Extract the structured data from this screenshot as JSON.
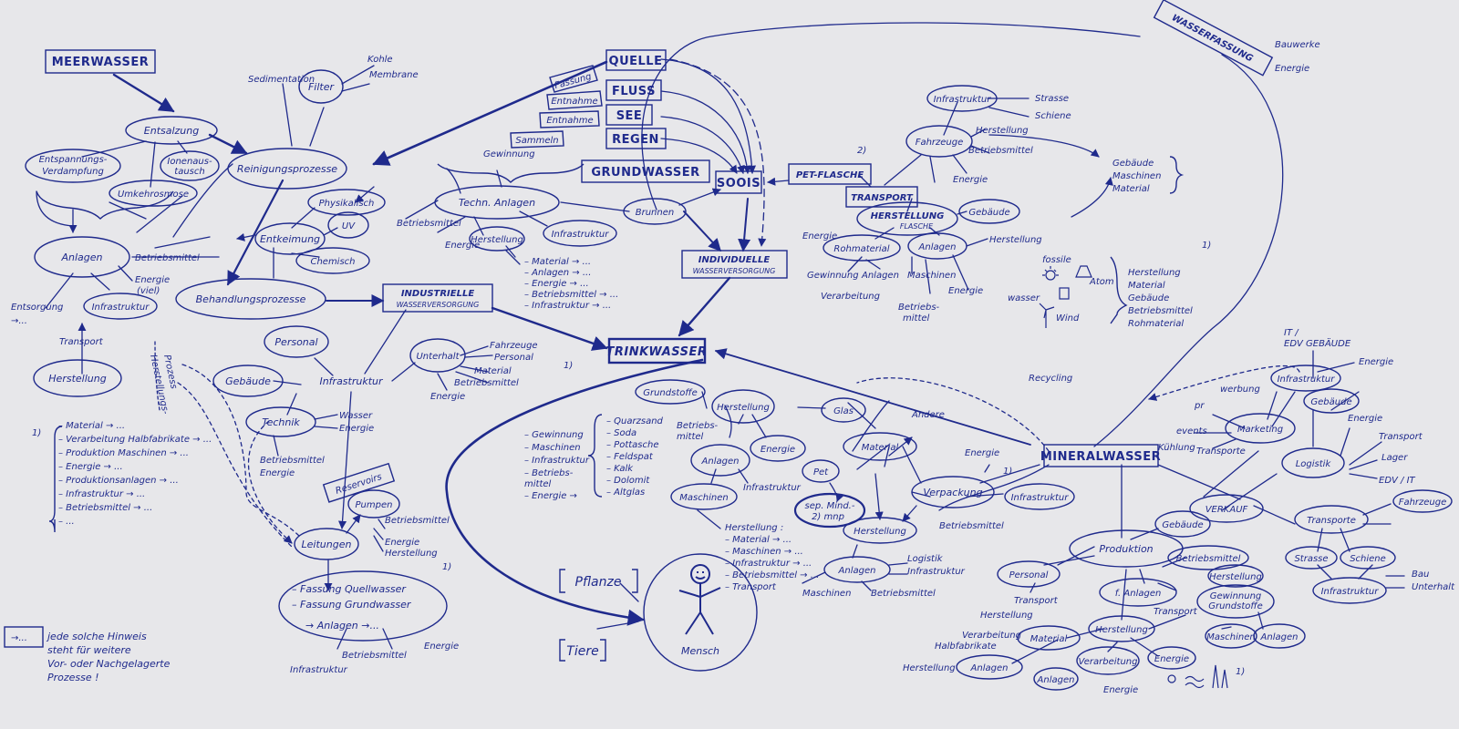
{
  "colors": {
    "ink": "#1f2a8c",
    "paper": "#e7e7ea"
  },
  "diagram": {
    "boxes": {
      "meerwasser": "MEERWASSER",
      "quelle": "QUELLE",
      "fluss": "FLUSS",
      "see": "SEE",
      "regen": "REGEN",
      "grundwasser": "GRUNDWASSER",
      "soois": "SOOIS",
      "pet_flasche": "PET-FLASCHE",
      "transport": "TRANSPORT",
      "individuelle_1": "INDIVIDUELLE",
      "individuelle_2": "WASSERVERSORGUNG",
      "industrielle_1": "INDUSTRIELLE",
      "industrielle_2": "WASSERVERSORGUNG",
      "trinkwasser": "TRINKWASSER",
      "mineralwasser": "MINERALWASSER",
      "wasserfassung": "WASSERFASSUNG",
      "reservoirs": "Reservoirs"
    },
    "tags": {
      "fassung": "Fassung",
      "entnahme1": "Entnahme",
      "entnahme2": "Entnahme",
      "sammeln": "Sammeln"
    },
    "nodes": {
      "entsalzung": "Entsalzung",
      "entspannung_1": "Entspannungs-",
      "entspannung_2": "Verdampfung",
      "ionen_1": "Ionenaus-",
      "ionen_2": "tausch",
      "umkehrosmose": "Umkehrosmose",
      "anlagen_left": "Anlagen",
      "infrastruktur_left": "Infrastruktur",
      "herstellung_left": "Herstellung",
      "reinigung": "Reinigungsprozesse",
      "filter": "Filter",
      "physikalisch": "Physikalisch",
      "uv": "UV",
      "entkeimung": "Entkeimung",
      "chemisch": "Chemisch",
      "behandlung": "Behandlungsprozesse",
      "personal_mid": "Personal",
      "gebaeude_mid": "Gebäude",
      "infrastruktur_mid": "Infrastruktur",
      "technik": "Technik",
      "unterhalt": "Unterhalt",
      "pumpen": "Pumpen",
      "leitungen": "Leitungen",
      "fassung_big_1": "– Fassung Quellwasser",
      "fassung_big_2": "– Fassung Grundwasser",
      "fassung_big_3": "→ Anlagen →...",
      "techn_anlagen": "Techn. Anlagen",
      "herstellung_ta": "Herstellung",
      "infrastruktur_ta": "Infrastruktur",
      "brunnen": "Brunnen",
      "infrastruktur_tr": "Infrastruktur",
      "fahrzeuge": "Fahrzeuge",
      "herstellung_fl_1": "HERSTELLUNG",
      "herstellung_fl_2": "FLASCHE",
      "gebaeude_fl": "Gebäude",
      "rohmaterial": "Rohmaterial",
      "anlagen_fl": "Anlagen",
      "grundstoffe": "Grundstoffe",
      "herstellung_gl": "Herstellung",
      "glas": "Glas",
      "anlagen_gl": "Anlagen",
      "energie_gl": "Energie",
      "maschinen_gl": "Maschinen",
      "material_mw": "Material",
      "pet": "Pet",
      "sep_1": "sep. Mind.-",
      "sep_2": "2) mnp",
      "herstellung_mw": "Herstellung",
      "verpackung": "Verpackung",
      "infrastruktur_vp": "Infrastruktur",
      "anlagen_mw": "Anlagen",
      "produktion": "Produktion",
      "gebaeude_pr": "Gebäude",
      "personal_pr": "Personal",
      "betriebsmittel_pr": "Betriebsmittel",
      "anlagen_pr": "f. Anlagen",
      "herstellung_pr": "Herstellung",
      "material_pr": "Material",
      "verarbeitung_pr": "Verarbeitung",
      "energie_pr": "Energie",
      "anlagen_pr2": "Anlagen",
      "anlagen_pr3": "Anlagen",
      "gewinnung_1": "Gewinnung",
      "gewinnung_2": "Grundstoffe",
      "maschinen_pr": "Maschinen",
      "anlagen_pr4": "Anlagen",
      "herstellung_pr2": "Herstellung",
      "marketing": "Marketing",
      "infrastruktur_mk": "Infrastruktur",
      "gebaeude_lg": "Gebäude",
      "logistik": "Logistik",
      "verkauf": "VERKAUF",
      "transporte": "Transporte",
      "fahrzeuge_r": "Fahrzeuge",
      "strasse_r": "Strasse",
      "schiene_r": "Schiene",
      "infrastruktur_r": "Infrastruktur",
      "mensch": "Mensch",
      "pflanze": "Pflanze",
      "tiere": "Tiere"
    },
    "labels": {
      "sedimentation": "Sedimentation",
      "kohle": "Kohle",
      "membrane": "Membrane",
      "entsorgung": "Entsorgung",
      "betriebsmittel_l": "Betriebsmittel",
      "energie_viel_1": "Energie",
      "energie_viel_2": "(viel)",
      "transport_l": "Transport",
      "herstellung_prozess_1": "Herstellungs-",
      "herstellung_prozess_2": "Prozess",
      "wasser_tech": "Wasser",
      "energie_tech": "Energie",
      "fahrzeuge_u": "Fahrzeuge",
      "personal_u": "Personal",
      "material_u": "Material",
      "betriebsmittel_u": "Betriebsmittel",
      "energie_u": "Energie",
      "betriebsmittel_i": "Betriebsmittel",
      "energie_i": "Energie",
      "betriebsmittel_p": "Betriebsmittel",
      "energie_p": "Energie",
      "herstellung_p": "Herstellung",
      "energie_fassung": "Energie",
      "infrastruktur_fassung": "Infrastruktur",
      "betriebsmittel_fassung": "Betriebsmittel",
      "gewinnung": "Gewinnung",
      "betriebsmittel_ta": "Betriebsmittel",
      "energie_ta": "Energie",
      "strasse": "Strasse",
      "schiene": "Schiene",
      "herstellung_fz": "Herstellung",
      "betriebsmittel_fz": "Betriebsmittel",
      "energie_fz": "Energie",
      "herstellung_an": "Herstellung",
      "energie_fl": "Energie",
      "gewinnung_fl": "Gewinnung",
      "anlagen_rm": "Anlagen",
      "verarbeitung": "Verarbeitung",
      "maschinen": "Maschinen",
      "betriebsmittel_fl_1": "Betriebs-",
      "betriebsmittel_fl_2": "mittel",
      "energie_fl2": "Energie",
      "wasserfassung_bauwerke": "Bauwerke",
      "wasserfassung_energie": "Energie",
      "gebaeude_g": "Gebäude",
      "maschinen_g": "Maschinen",
      "material_g": "Material",
      "fossile": "fossile",
      "atom": "Atom",
      "wasser_e": "wasser",
      "wind": "Wind",
      "herstellung_list": "Herstellung",
      "material_list": "Material",
      "gebaeude_list": "Gebäude",
      "betriebsmittel_list": "Betriebsmittel",
      "rohmaterial_list": "Rohmaterial",
      "recycling": "Recycling",
      "andere": "Andere",
      "betriebsmittel_gl_1": "Betriebs-",
      "betriebsmittel_gl_2": "mittel",
      "infrastruktur_gl": "Infrastruktur",
      "energie_mw": "Energie",
      "betriebsmittel_vp": "Betriebsmittel",
      "logistik_mw": "Logistik",
      "infrastruktur_mw": "Infrastruktur",
      "maschinen_mw": "Maschinen",
      "betriebsmittel_mw": "Betriebsmittel",
      "transport_pr": "Transport",
      "herstellung_pr_l": "Herstellung",
      "verarbeitung_pr_1": "Verarbeitung",
      "verarbeitung_pr_2": "Halbfabrikate",
      "transport_pr2": "Transport",
      "herstellung_bl": "Herstellung",
      "energie_bl": "Energie",
      "it_1": "IT /",
      "it_2": "EDV GEBÄUDE",
      "energie_mk": "Energie",
      "pr": "pr",
      "werbung": "werbung",
      "events": "events",
      "kuehlung": "Kühlung",
      "transporte_mk": "Transporte",
      "energie_lg": "Energie",
      "transport_lg": "Transport",
      "lager": "Lager",
      "edv_it": "EDV / IT",
      "bau": "Bau",
      "unterhalt_r": "Unterhalt",
      "footnote_1": "1)",
      "footnote_2": "2)",
      "footnote_3": "1)",
      "footnote_4": "1)",
      "footnote_5": "1)",
      "footnote_6": "1)",
      "footnote_7": "1)"
    },
    "lists": {
      "left_bottom": [
        "– Material → ...",
        "– Verarbeitung Halbfabrikate → ...",
        "– Produktion Maschinen → ...",
        "– Energie → ...",
        "– Produktionsanlagen → ...",
        "– Infrastruktur → ...",
        "– Betriebsmittel → ...",
        "– ..."
      ],
      "techn_anlagen": [
        "– Material → ...",
        "– Anlagen → ...",
        "– Energie → ...",
        "– Betriebsmittel → ...",
        "– Infrastruktur → ..."
      ],
      "grundstoffe_left": [
        "– Gewinnung",
        "– Maschinen",
        "– Infrastruktur",
        "– Betriebs-",
        "  mittel",
        "– Energie →"
      ],
      "grundstoffe_right": [
        "– Quarzsand",
        "– Soda",
        "– Pottasche",
        "– Feldspat",
        "– Kalk",
        "– Dolomit",
        "– Altglas"
      ],
      "herstellung_glas": [
        "Herstellung :",
        "– Material → ...",
        "– Maschinen → ...",
        "– Infrastruktur → ...",
        "– Betriebsmittel → ...",
        "– Transport"
      ]
    },
    "legend": {
      "lines": [
        "jede solche Hinweis",
        "steht für weitere",
        "Vor- oder Nachgelagerte",
        "Prozesse !"
      ]
    }
  }
}
